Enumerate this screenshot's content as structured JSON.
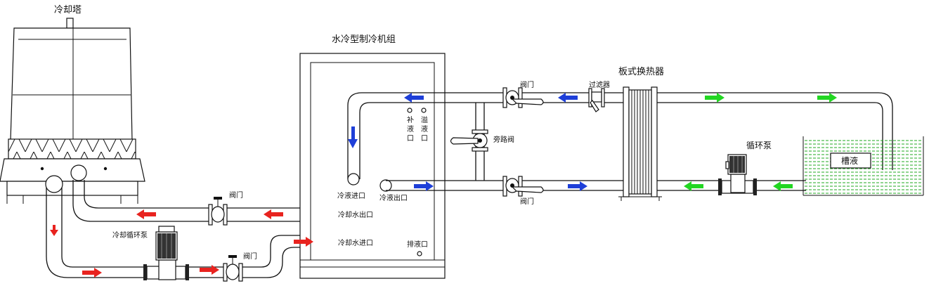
{
  "labels": {
    "cooling_tower": "冷却塔",
    "chiller": "水冷型制冷机组",
    "plate_hx": "板式换热器",
    "valve_top": "阀门",
    "valve_bottom": "阀门",
    "filter": "过滤器",
    "bypass_valve": "旁路阀",
    "circ_pump": "循环泵",
    "tank_liquid": "槽液",
    "makeup_1": "补",
    "makeup_2": "液",
    "makeup_3": "口",
    "overflow_1": "溢",
    "overflow_2": "液",
    "overflow_3": "口",
    "coolant_in": "冷液进口",
    "coolant_out": "冷液出口",
    "cw_out": "冷却水出口",
    "cw_in": "冷却水进口",
    "drain": "排液口",
    "valve_return": "阀门",
    "valve_supply": "阀门",
    "cooling_pump": "冷却循环泵"
  },
  "colors": {
    "hot_arrow": "#e8231f",
    "cold_arrow": "#1e3fd8",
    "tank_arrow": "#22d622",
    "tank_water": "#22aa22"
  }
}
